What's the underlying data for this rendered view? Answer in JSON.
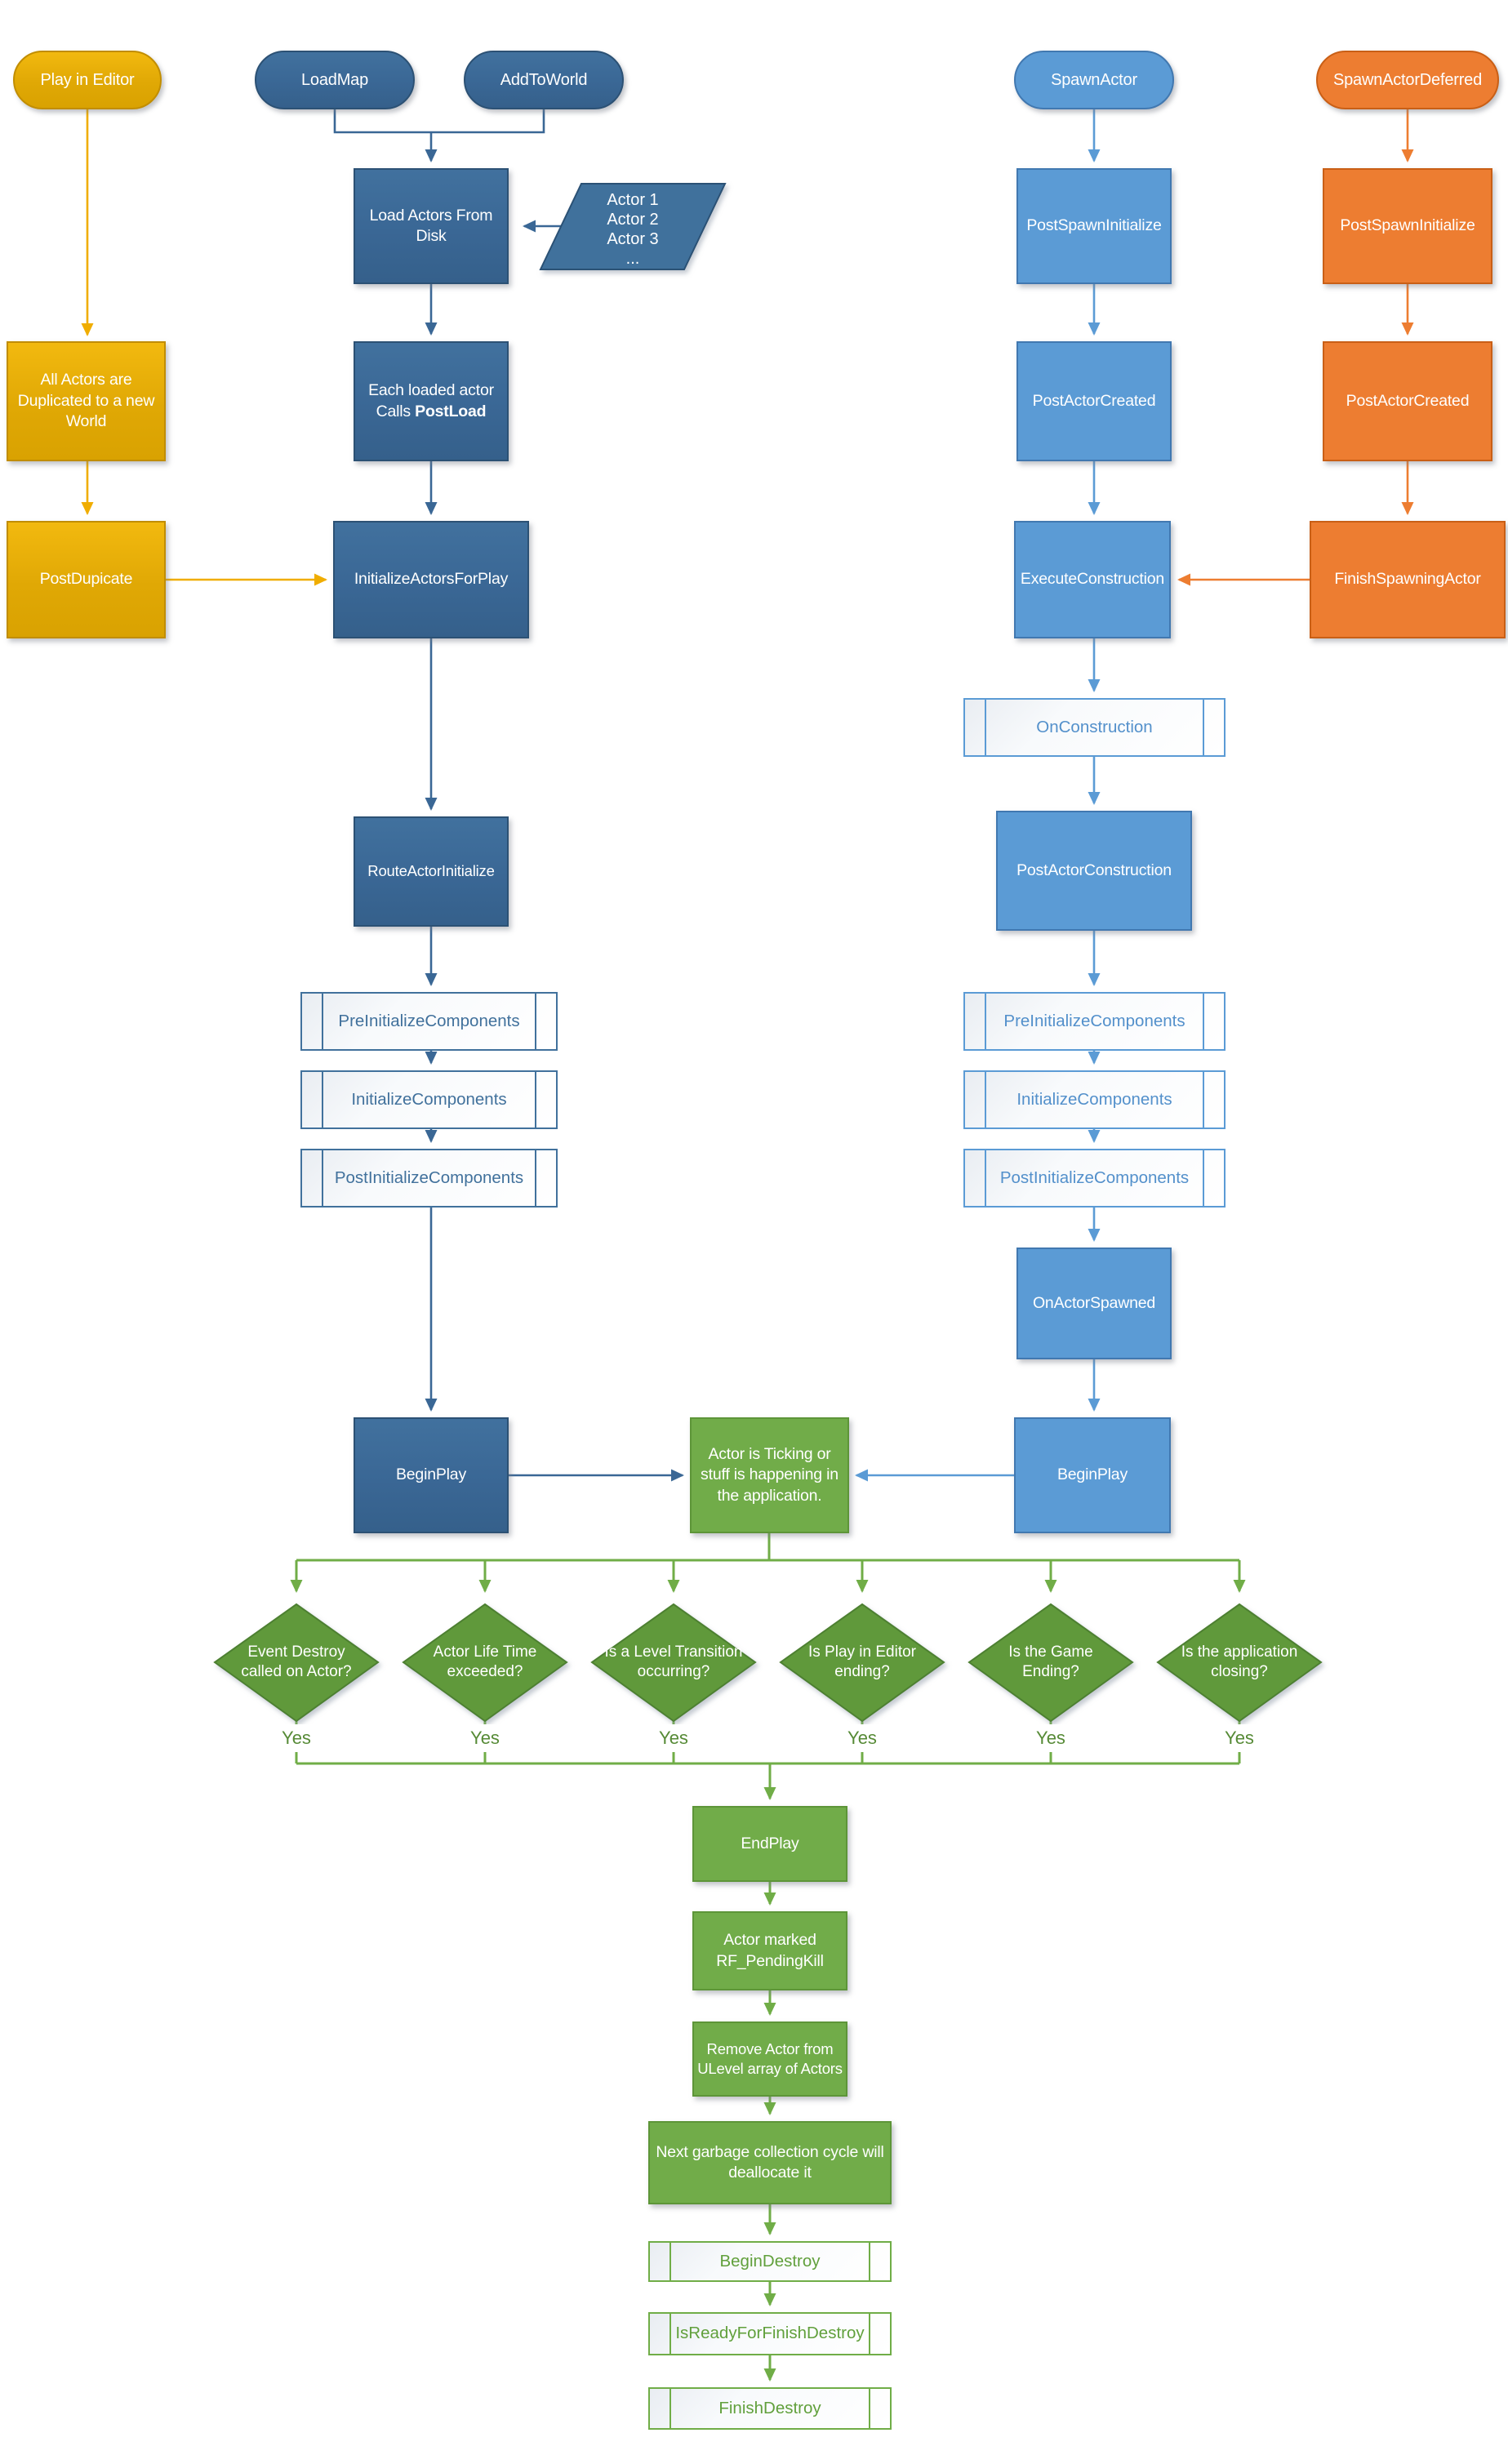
{
  "labels": {
    "yes": "Yes"
  },
  "colors": {
    "gold": "#E0A805",
    "dark_blue": "#3A6795",
    "light_blue": "#5B9BD5",
    "orange": "#ED7D31",
    "green": "#70AD47"
  },
  "nodes": {
    "play_in_editor": {
      "label": "Play in Editor"
    },
    "loadmap": {
      "label": "LoadMap"
    },
    "addtoworld": {
      "label": "AddToWorld"
    },
    "spawnactor": {
      "label": "SpawnActor"
    },
    "spawnactordeferred": {
      "label": "SpawnActorDeferred"
    },
    "load_actors_from_disk": {
      "label": "Load Actors From Disk"
    },
    "actor_list": {
      "lines": [
        "Actor 1",
        "Actor 2",
        "Actor 3",
        "..."
      ]
    },
    "postload": {
      "line1": "Each loaded actor",
      "line2_prefix": "Calls ",
      "line2_bold": "PostLoad"
    },
    "all_actors_duplicated": {
      "label": "All Actors are Duplicated to a new World"
    },
    "postdupicate": {
      "label": "PostDupicate"
    },
    "initializeactorsforplay": {
      "label": "InitializeActorsForPlay"
    },
    "routeactorinitialize": {
      "label": "RouteActorInitialize"
    },
    "preinitializecomponents_left": {
      "label": "PreInitializeComponents"
    },
    "initializecomponents_left": {
      "label": "InitializeComponents"
    },
    "postinitializecomponents_left": {
      "label": "PostInitializeComponents"
    },
    "beginplay_left": {
      "label": "BeginPlay"
    },
    "postspawninitialize_blue": {
      "label": "PostSpawnInitialize"
    },
    "postactorcreated_blue": {
      "label": "PostActorCreated"
    },
    "executeconstruction": {
      "label": "ExecuteConstruction"
    },
    "onconstruction": {
      "label": "OnConstruction"
    },
    "postactorconstruction": {
      "label": "PostActorConstruction"
    },
    "preinitializecomponents_right": {
      "label": "PreInitializeComponents"
    },
    "initializecomponents_right": {
      "label": "InitializeComponents"
    },
    "postinitializecomponents_right": {
      "label": "PostInitializeComponents"
    },
    "onactorspawned": {
      "label": "OnActorSpawned"
    },
    "beginplay_right": {
      "label": "BeginPlay"
    },
    "postspawninitialize_orange": {
      "label": "PostSpawnInitialize"
    },
    "postactorcreated_orange": {
      "label": "PostActorCreated"
    },
    "finishspawningactor": {
      "label": "FinishSpawningActor"
    },
    "actor_ticking": {
      "label": "Actor is Ticking or stuff is happening in the application."
    },
    "endplay": {
      "label": "EndPlay"
    },
    "actor_marked_pendingkill": {
      "label": "Actor marked RF_PendingKill"
    },
    "remove_actor": {
      "label": "Remove Actor from ULevel array of Actors"
    },
    "next_gc": {
      "label": "Next garbage collection cycle will deallocate it"
    },
    "begindestroy": {
      "label": "BeginDestroy"
    },
    "isreadyforfinishdestroy": {
      "label": "IsReadyForFinishDestroy"
    },
    "finishdestroy": {
      "label": "FinishDestroy"
    },
    "d_event_destroy": {
      "label": "Event Destroy called on Actor?"
    },
    "d_lifetime": {
      "label": "Actor Life Time exceeded?"
    },
    "d_level_transition": {
      "label": "Is a Level Transition occurring?"
    },
    "d_pie_ending": {
      "label": "Is Play in Editor ending?"
    },
    "d_game_ending": {
      "label": "Is the Game Ending?"
    },
    "d_app_closing": {
      "label": "Is the application closing?"
    }
  }
}
